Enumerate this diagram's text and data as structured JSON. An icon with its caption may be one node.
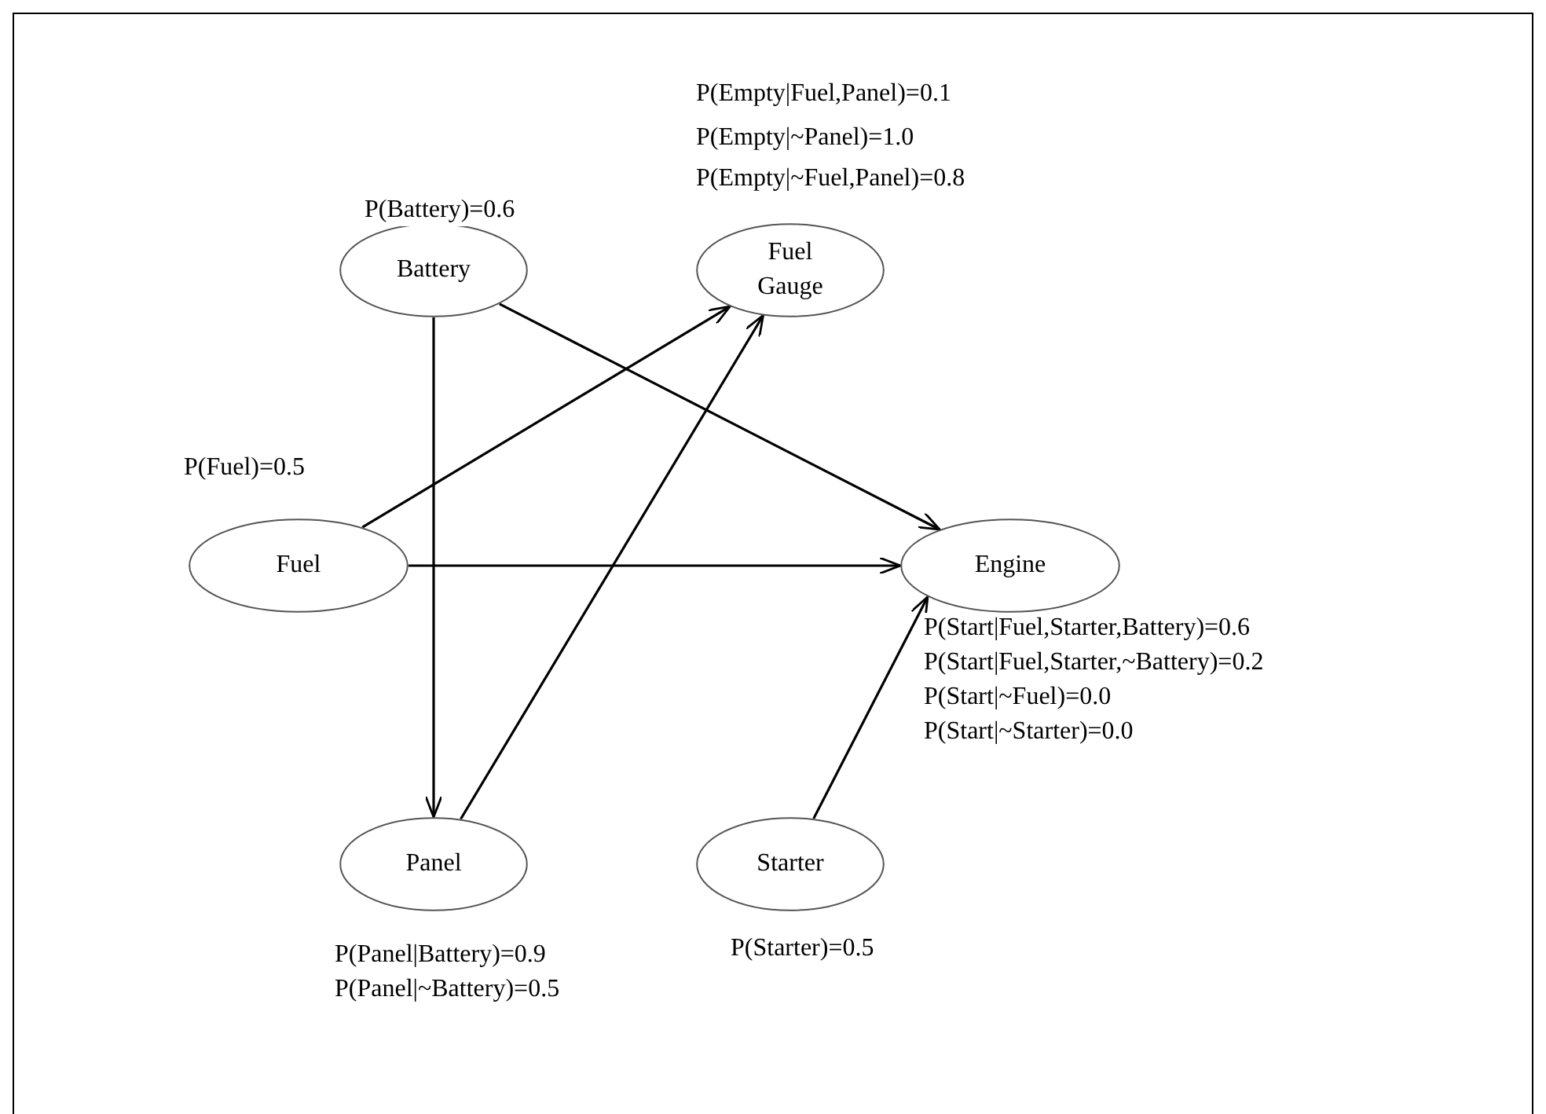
{
  "diagram": {
    "nodes": [
      {
        "text": [
          "Battery"
        ],
        "beside": [
          "P(Battery)=0.6"
        ]
      },
      {
        "text": [
          "Fuel Gauge"
        ],
        "beside": [
          "P(Empty|Fuel,Panel)=0.1",
          "P(Empty|~Panel)=1.0",
          "P(Empty|~Fuel,Panel)=0.8"
        ]
      },
      {
        "text": [
          "Fuel"
        ],
        "beside": [
          "P(Fuel)=0.5"
        ]
      },
      {
        "text": [
          "Engine"
        ],
        "beside": [
          "P(Start|Fuel,Starter,Battery)=0.6",
          "P(Start|Fuel,Starter,~Battery)=0.2",
          "P(Start|~Fuel)=0.0",
          "P(Start|~Starter)=0.0"
        ]
      },
      {
        "text": [
          "Panel"
        ],
        "beside": [
          "P(Panel|Battery)=0.9",
          "P(Panel|~Battery)=0.5"
        ]
      },
      {
        "text": [
          "Starter"
        ],
        "beside": [
          "P(Starter)=0.5"
        ]
      }
    ],
    "edges": [
      {
        "from": 0,
        "to": 4,
        "arrow": "to"
      },
      {
        "from": 0,
        "to": 3,
        "arrow": "to"
      },
      {
        "from": 2,
        "to": 1,
        "arrow": "to"
      },
      {
        "from": 2,
        "to": 3,
        "arrow": "to"
      },
      {
        "from": 4,
        "to": 1,
        "arrow": "to"
      },
      {
        "from": 5,
        "to": 3,
        "arrow": "to"
      }
    ]
  }
}
